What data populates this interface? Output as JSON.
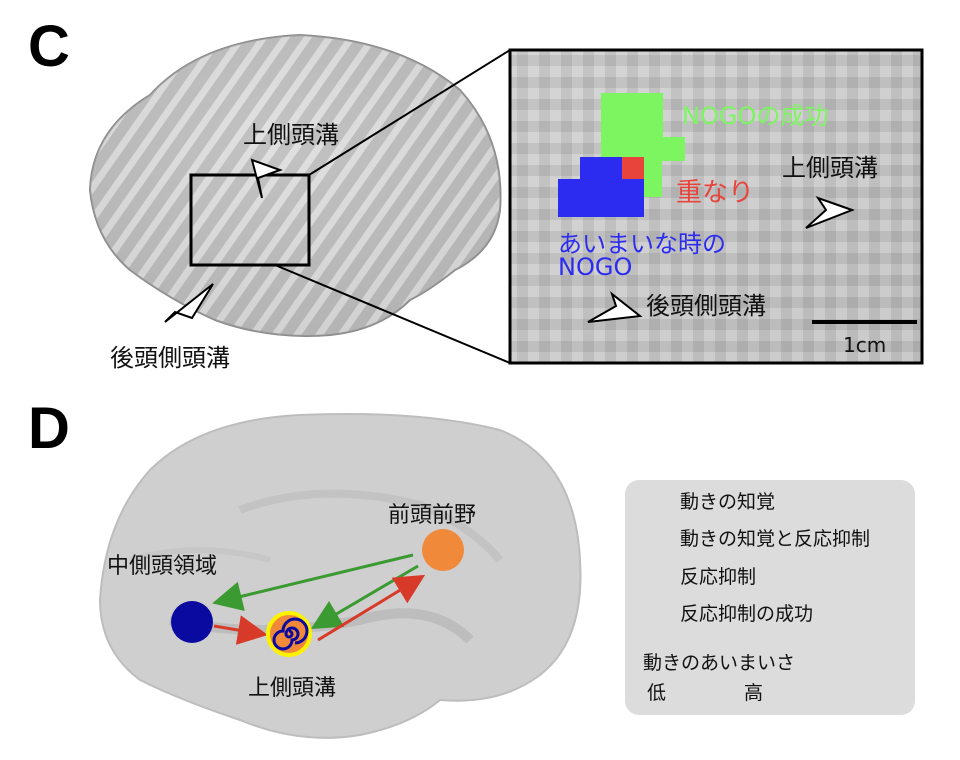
{
  "panel_c": {
    "letter": "C",
    "sagittal_labels": {
      "sts": "上側頭溝",
      "pos": "後頭側頭溝"
    },
    "inset": {
      "nogo_success": "NOGOの成功",
      "overlap": "重なり",
      "ambiguous_nogo_line1": "あいまいな時の",
      "ambiguous_nogo_line2": "NOGO",
      "sts": "上側頭溝",
      "pos": "後頭側頭溝",
      "scale_bar": "1cm"
    },
    "colors": {
      "green": "#7df560",
      "blue": "#2c2cf0",
      "red": "#e8443c"
    }
  },
  "panel_d": {
    "letter": "D",
    "regions": {
      "prefrontal": "前頭前野",
      "mt": "中側頭領域",
      "sts": "上側頭溝"
    },
    "legend": {
      "motion_perception": "動きの知覚",
      "motion_and_inhibition": "動きの知覚と反応抑制",
      "response_inhibition": "反応抑制",
      "inhibition_success": "反応抑制の成功",
      "ambiguity_title": "動きのあいまいさ",
      "low": "低",
      "high": "高"
    },
    "colors": {
      "navy": "#0a0aa0",
      "orange": "#f0893a",
      "yellow": "#fff200",
      "red_arrow": "#d83a2a",
      "green_arrow": "#3c9a32"
    }
  }
}
